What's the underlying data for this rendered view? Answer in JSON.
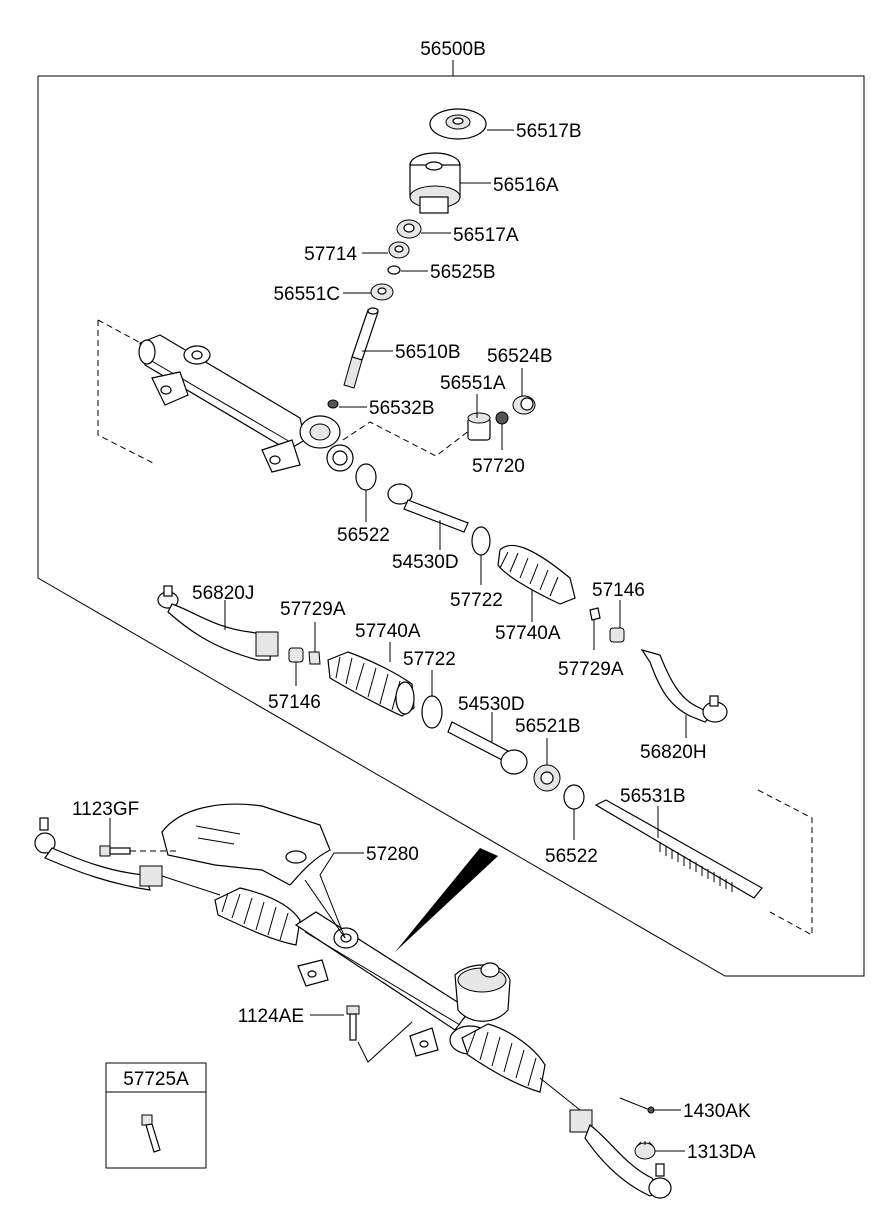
{
  "assembly": {
    "label": "56500B"
  },
  "callouts": [
    {
      "id": "c-56517B",
      "text": "56517B"
    },
    {
      "id": "c-56516A",
      "text": "56516A"
    },
    {
      "id": "c-56517A",
      "text": "56517A"
    },
    {
      "id": "c-57714",
      "text": "57714"
    },
    {
      "id": "c-56525B",
      "text": "56525B"
    },
    {
      "id": "c-56551C",
      "text": "56551C"
    },
    {
      "id": "c-56510B",
      "text": "56510B"
    },
    {
      "id": "c-56532B",
      "text": "56532B"
    },
    {
      "id": "c-56524B",
      "text": "56524B"
    },
    {
      "id": "c-56551A",
      "text": "56551A"
    },
    {
      "id": "c-57720",
      "text": "57720"
    },
    {
      "id": "c-56522-a",
      "text": "56522"
    },
    {
      "id": "c-54530D-a",
      "text": "54530D"
    },
    {
      "id": "c-57722-a",
      "text": "57722"
    },
    {
      "id": "c-57740A-a",
      "text": "57740A"
    },
    {
      "id": "c-57146-a",
      "text": "57146"
    },
    {
      "id": "c-56820J",
      "text": "56820J"
    },
    {
      "id": "c-57729A-a",
      "text": "57729A"
    },
    {
      "id": "c-57740A-b",
      "text": "57740A"
    },
    {
      "id": "c-57722-b",
      "text": "57722"
    },
    {
      "id": "c-57146-b",
      "text": "57146"
    },
    {
      "id": "c-57729A-b",
      "text": "57729A"
    },
    {
      "id": "c-54530D-b",
      "text": "54530D"
    },
    {
      "id": "c-56521B",
      "text": "56521B"
    },
    {
      "id": "c-56820H",
      "text": "56820H"
    },
    {
      "id": "c-56531B",
      "text": "56531B"
    },
    {
      "id": "c-56522-b",
      "text": "56522"
    },
    {
      "id": "c-1123GF",
      "text": "1123GF"
    },
    {
      "id": "c-57280",
      "text": "57280"
    },
    {
      "id": "c-1124AE",
      "text": "1124AE"
    },
    {
      "id": "c-1430AK",
      "text": "1430AK"
    },
    {
      "id": "c-1313DA",
      "text": "1313DA"
    }
  ],
  "legend_box": {
    "label": "57725A"
  }
}
